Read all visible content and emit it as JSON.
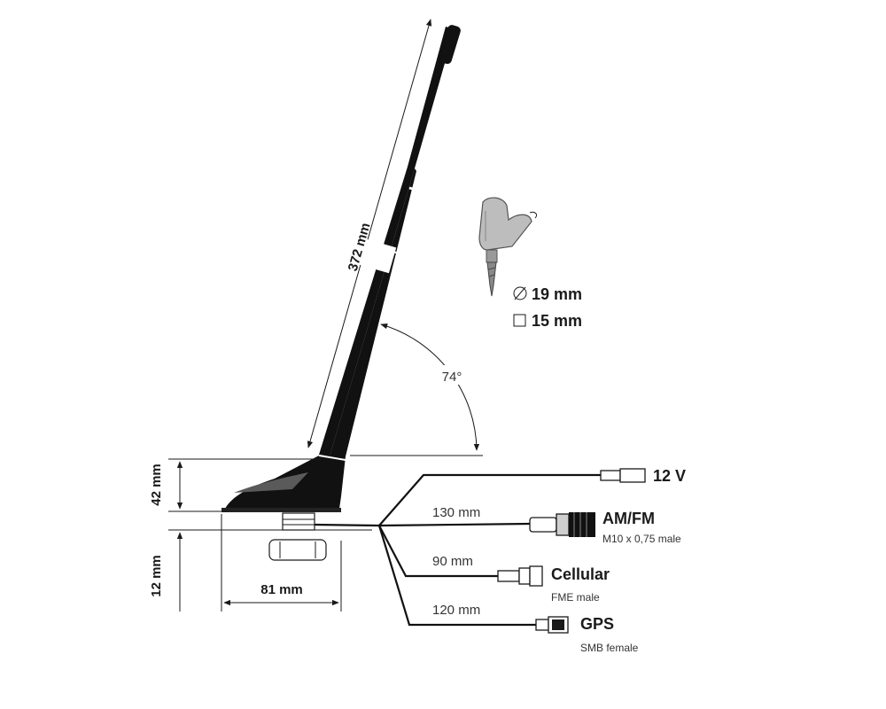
{
  "dimensions": {
    "mast_length": "372 mm",
    "angle": "74°",
    "base_height": "42 mm",
    "mount_height": "12 mm",
    "base_width": "81 mm"
  },
  "mount_hole": {
    "round": "19 mm",
    "square": "15 mm"
  },
  "cables": {
    "power": {
      "label": "12 V"
    },
    "amfm": {
      "length": "130 mm",
      "label": "AM/FM",
      "connector": "M10 x 0,75 male"
    },
    "cellular": {
      "length": "90 mm",
      "label": "Cellular",
      "connector": "FME male"
    },
    "gps": {
      "length": "120 mm",
      "label": "GPS",
      "connector": "SMB female"
    }
  },
  "colors": {
    "ink": "#1a1a1a",
    "fill_dark": "#111111",
    "fill_gray": "#bdbdbd"
  }
}
